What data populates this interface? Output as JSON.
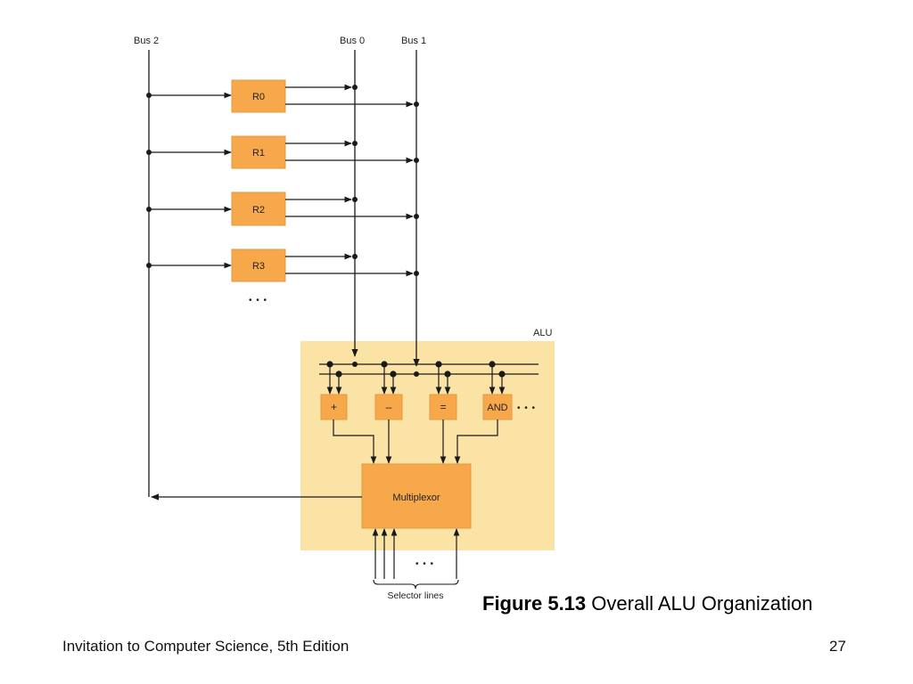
{
  "diagram": {
    "buses": {
      "bus2": "Bus 2",
      "bus0": "Bus 0",
      "bus1": "Bus 1"
    },
    "registers": [
      "R0",
      "R1",
      "R2",
      "R3"
    ],
    "register_ellipsis": "• • •",
    "alu_label": "ALU",
    "operations": [
      "+",
      "–",
      "=",
      "AND"
    ],
    "operations_ellipsis": "• • •",
    "multiplexor_label": "Multiplexor",
    "selector_ellipsis": "• • •",
    "selector_label": "Selector lines",
    "colors": {
      "register_fill": "#f7a84a",
      "alu_background": "#fbe3a6",
      "line": "#1a1a1a"
    }
  },
  "caption": {
    "number": "Figure 5.13",
    "title": "Overall ALU Organization"
  },
  "footer": {
    "book": "Invitation to Computer Science, 5th Edition",
    "page": "27"
  }
}
